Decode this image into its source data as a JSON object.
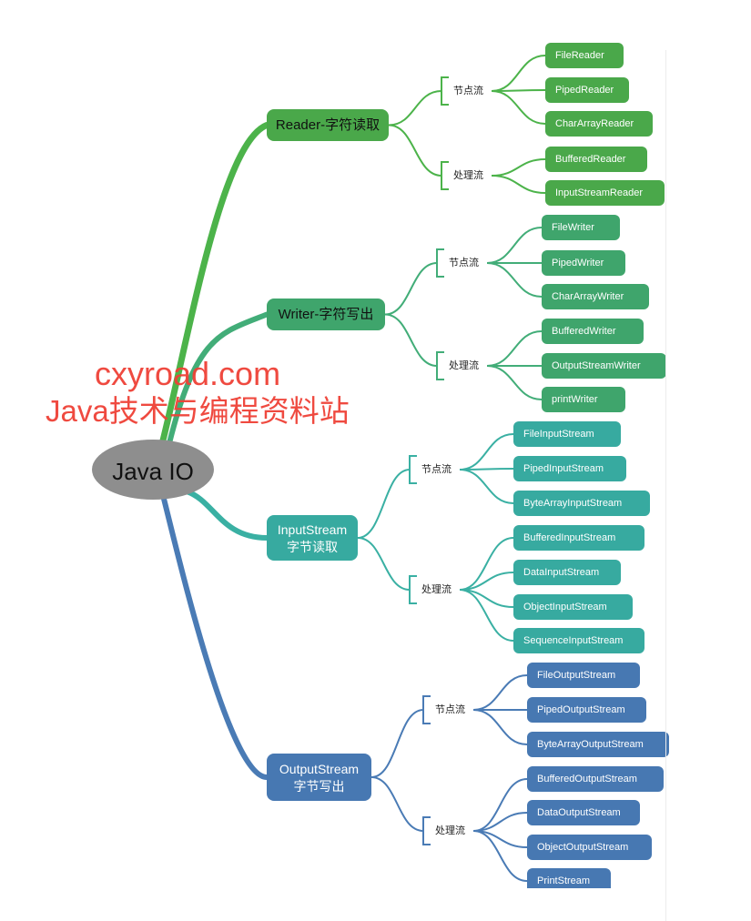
{
  "root": {
    "label": "Java IO",
    "color": "#8e8e8e"
  },
  "watermark": {
    "line1": "cxyroad.com",
    "line2": "Java技术与编程资料站"
  },
  "branches": [
    {
      "label_lines": [
        "Reader-字符读取"
      ],
      "color": "#4aa84a",
      "line_color": "#4cb34a",
      "groups": [
        {
          "label": "节点流",
          "leaves": [
            "FileReader",
            "PipedReader",
            "CharArrayReader"
          ]
        },
        {
          "label": "处理流",
          "leaves": [
            "BufferedReader",
            "InputStreamReader"
          ]
        }
      ]
    },
    {
      "label_lines": [
        "Writer-字符写出"
      ],
      "color": "#3fa56c",
      "line_color": "#42ad78",
      "groups": [
        {
          "label": "节点流",
          "leaves": [
            "FileWriter",
            "PipedWriter",
            "CharArrayWriter"
          ]
        },
        {
          "label": "处理流",
          "leaves": [
            "BufferedWriter",
            "OutputStreamWriter",
            "printWriter"
          ]
        }
      ]
    },
    {
      "label_lines": [
        "InputStream",
        "字节读取"
      ],
      "color": "#37aaa0",
      "line_color": "#3ab0a3",
      "groups": [
        {
          "label": "节点流",
          "leaves": [
            "FileInputStream",
            "PipedInputStream",
            "ByteArrayInputStream"
          ]
        },
        {
          "label": "处理流",
          "leaves": [
            "BufferedInputStream",
            "DataInputStream",
            "ObjectInputStream",
            "SequenceInputStream"
          ]
        }
      ]
    },
    {
      "label_lines": [
        "OutputStream",
        "字节写出"
      ],
      "color": "#4778b2",
      "line_color": "#4a7bb5",
      "groups": [
        {
          "label": "节点流",
          "leaves": [
            "FileOutputStream",
            "PipedOutputStream",
            "ByteArrayOutputStream"
          ]
        },
        {
          "label": "处理流",
          "leaves": [
            "BufferedOutputStream",
            "DataOutputStream",
            "ObjectOutputStream",
            "PrintStream"
          ]
        }
      ]
    }
  ]
}
